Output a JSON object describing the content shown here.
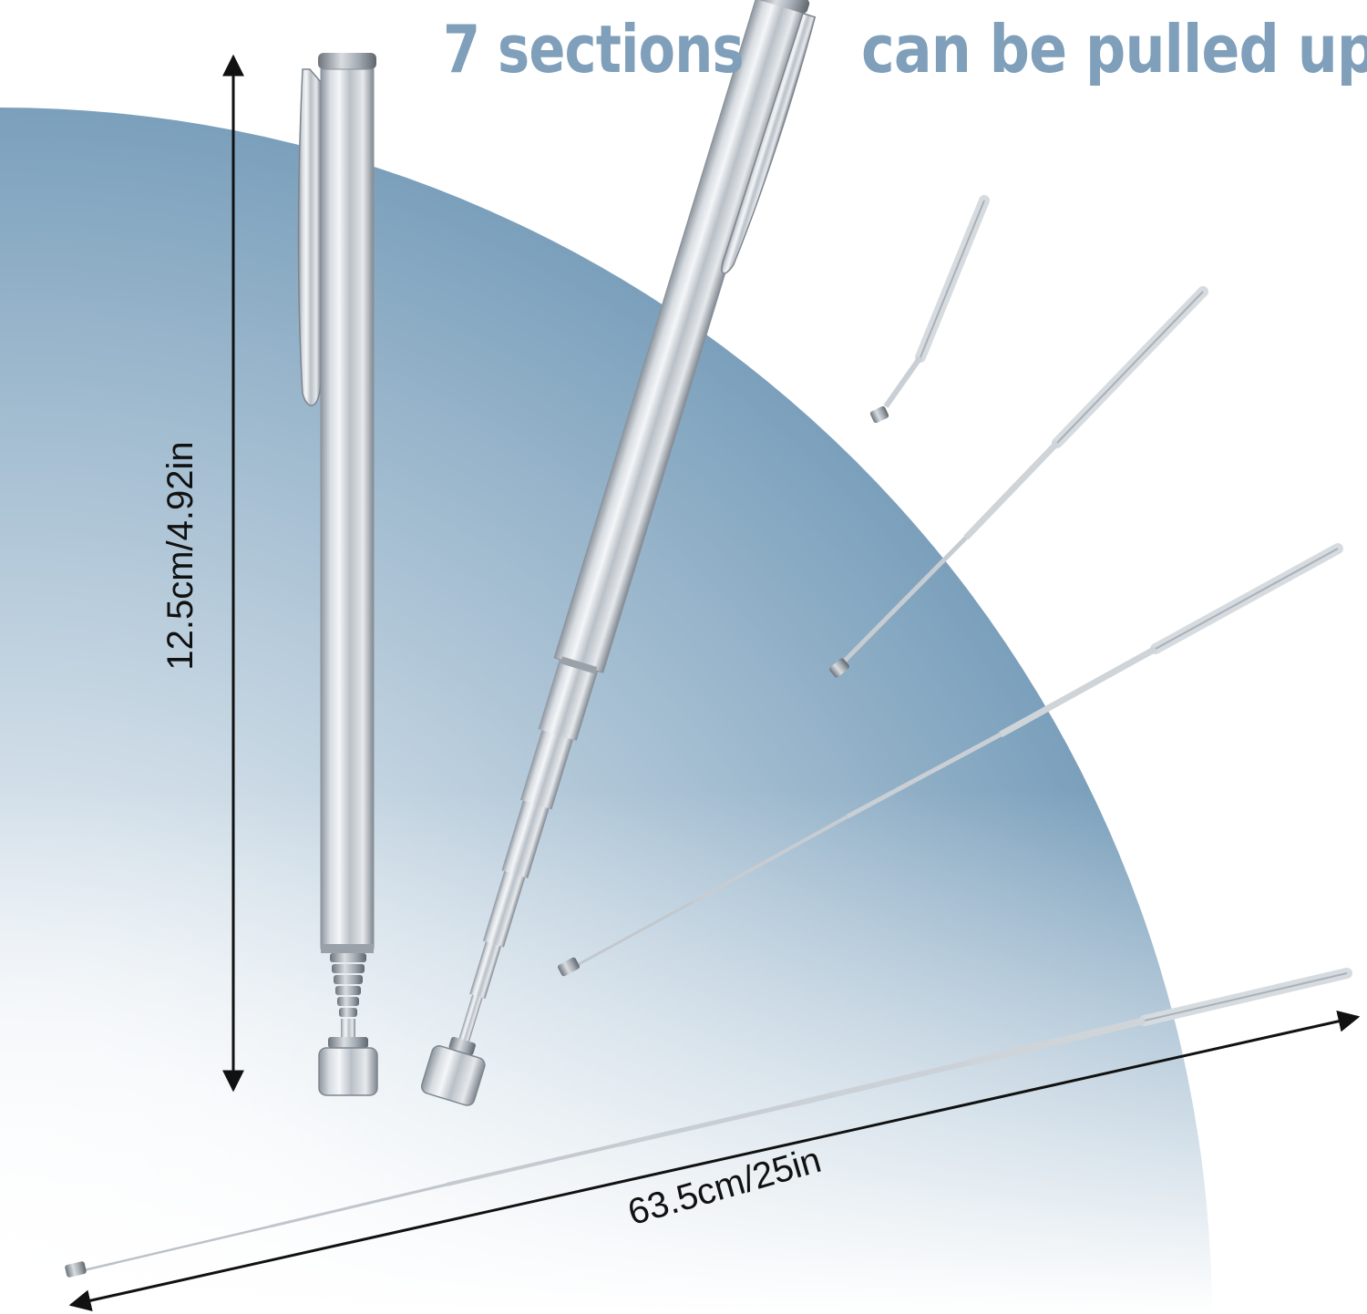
{
  "headline": {
    "left_text": "7 sections",
    "right_text": "can be pulled up"
  },
  "dimensions": {
    "collapsed_length": "12.5cm/4.92in",
    "extended_length": "63.5cm/25in"
  },
  "colors": {
    "headline": "#7f9fba",
    "background_top": "#7ba0bc",
    "background_bottom": "#ffffff",
    "metal_dark": "#8d959e",
    "metal_light": "#f4f6f8",
    "arrow": "#111111"
  },
  "icons": {
    "product": "telescoping-magnetic-pickup-tool-icon"
  }
}
